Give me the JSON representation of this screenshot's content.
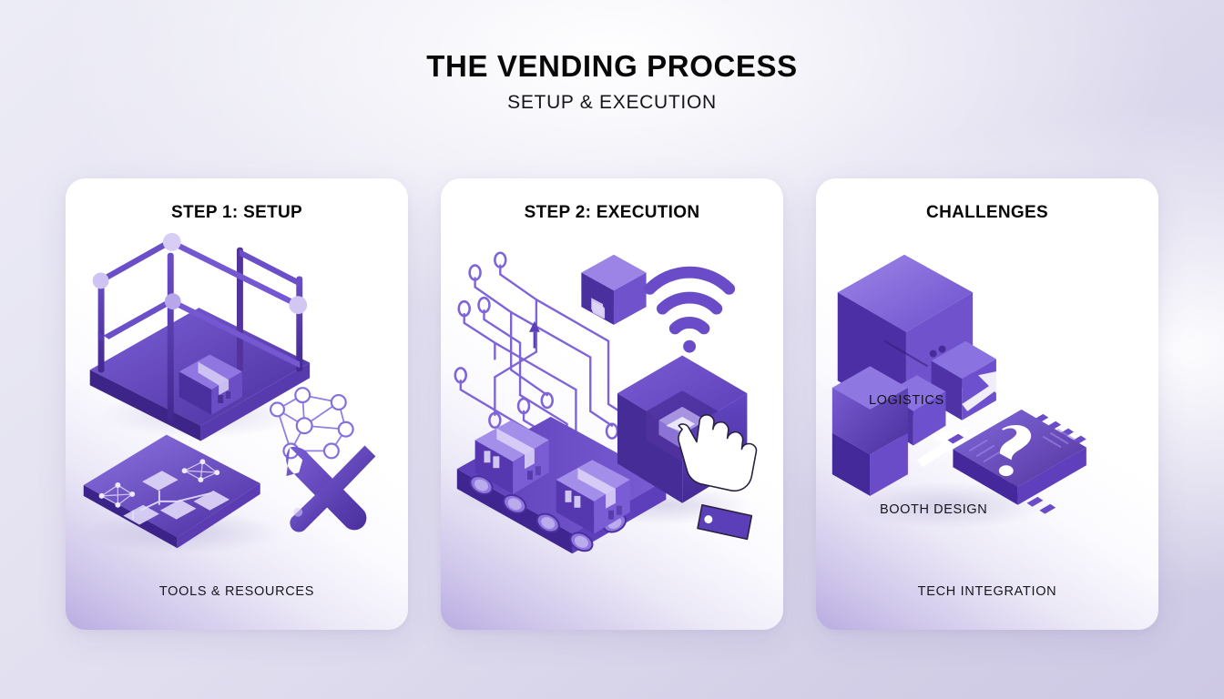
{
  "header": {
    "title": "THE VENDING PROCESS",
    "subtitle": "SETUP & EXECUTION"
  },
  "theme": {
    "background_start": "#ececf6",
    "background_end": "#cdc8e4",
    "card_bg_top": "#ffffff",
    "card_bg_bottom": "#b9ace2",
    "accent_purple_dark": "#4a2f9e",
    "accent_purple": "#6c4fcf",
    "accent_purple_light": "#9b86e4",
    "accent_lilac": "#c9bdf2",
    "text_dark": "#070707"
  },
  "cards": [
    {
      "id": "setup",
      "title": "STEP 1: SETUP",
      "footer": "TOOLS & RESOURCES",
      "illustration": "isometric-booth-frame-tablet-tools",
      "icons": [
        "booth-frame-icon",
        "cardboard-box-icon",
        "network-graph-icon",
        "tablet-flowchart-icon",
        "wrench-screwdriver-icon"
      ],
      "labels": []
    },
    {
      "id": "execution",
      "title": "STEP 2: EXECUTION",
      "footer": "",
      "illustration": "circuit-conveyor-button-hand",
      "icons": [
        "circuit-traces-icon",
        "cube-icon",
        "conveyor-belt-icon",
        "wifi-signal-icon",
        "push-button-icon",
        "hand-cursor-icon"
      ],
      "labels": []
    },
    {
      "id": "challenges",
      "title": "CHALLENGES",
      "footer": "TECH INTEGRATION",
      "illustration": "cube-arrows-chip-question",
      "icons": [
        "cube-icon",
        "zigzag-arrow-icon",
        "growth-arrow-icon",
        "hexagon-icon",
        "chip-question-icon"
      ],
      "labels": [
        {
          "text": "LOGISTICS"
        },
        {
          "text": "BOOTH DESIGN"
        }
      ]
    }
  ]
}
